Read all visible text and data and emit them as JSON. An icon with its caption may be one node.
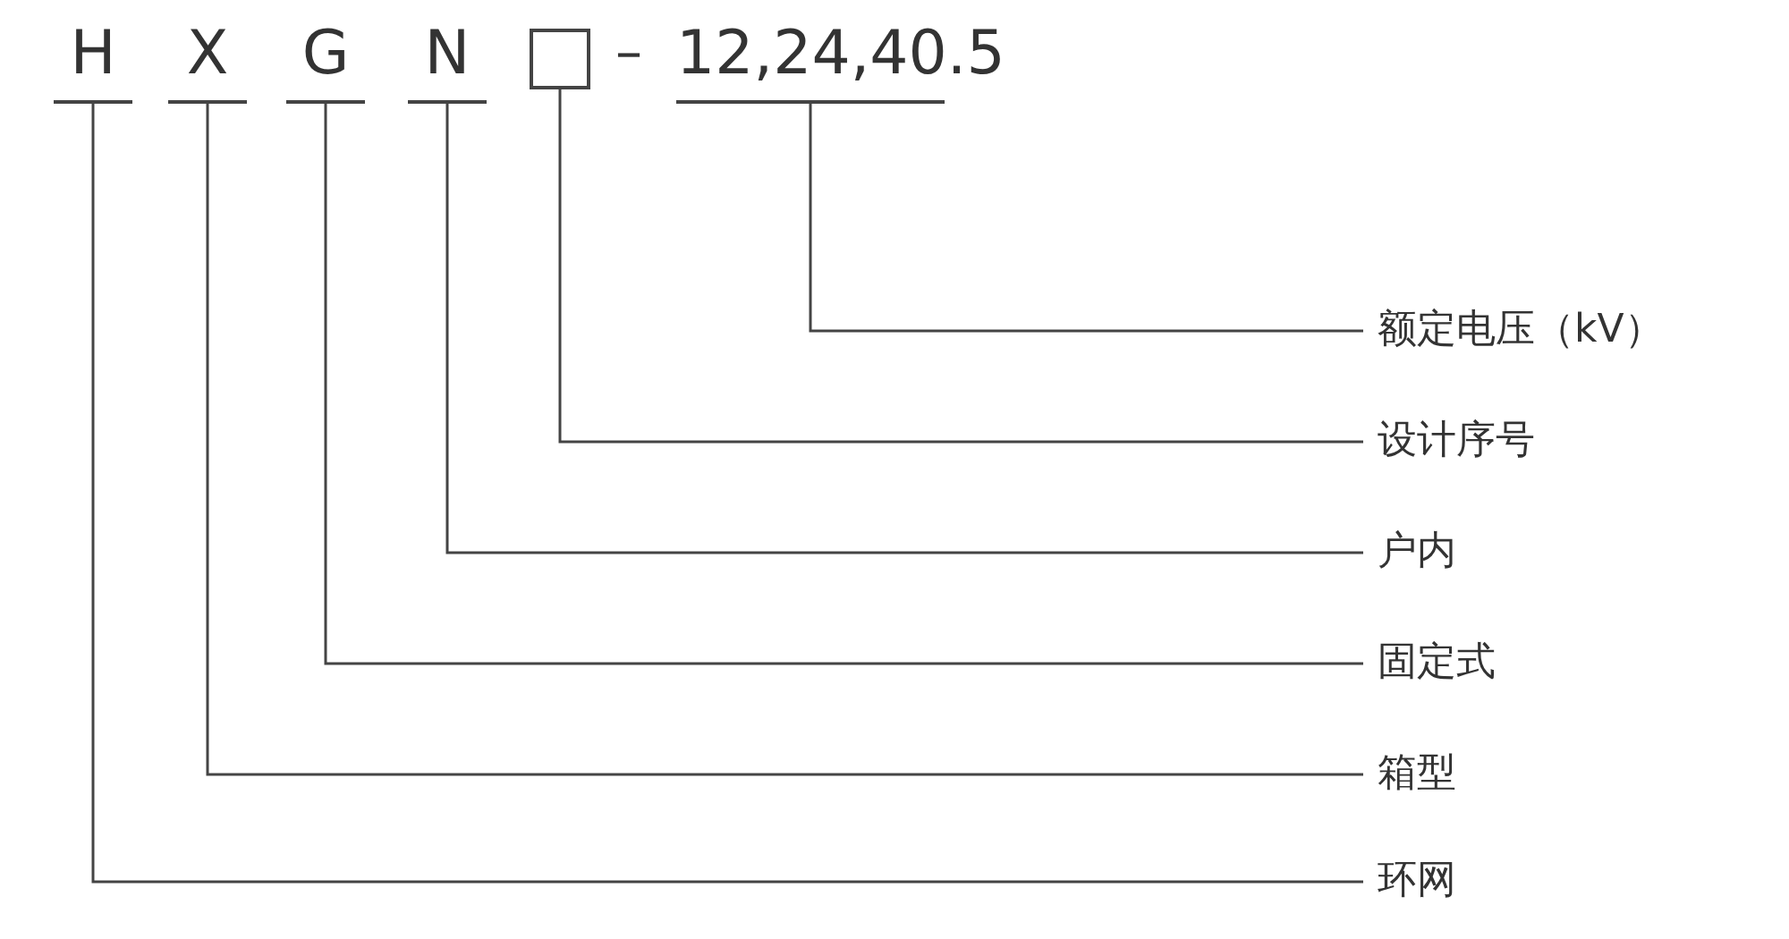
{
  "diagram": {
    "nodes": [
      {
        "text": [
          "H"
        ]
      },
      {
        "text": [
          "X"
        ]
      },
      {
        "text": [
          "G"
        ]
      },
      {
        "text": [
          "N"
        ]
      },
      {
        "text": [],
        "shape": "box"
      },
      {
        "text": [
          "12,24,40.5"
        ]
      },
      {
        "text": [
          "额定电压（kV）"
        ]
      },
      {
        "text": [
          "设计序号"
        ]
      },
      {
        "text": [
          "户内"
        ]
      },
      {
        "text": [
          "固定式"
        ]
      },
      {
        "text": [
          "箱型"
        ]
      },
      {
        "text": [
          "环网"
        ]
      }
    ],
    "edges": [
      {
        "from": 5,
        "to": 6,
        "arrow": "none"
      },
      {
        "from": 4,
        "to": 7,
        "arrow": "none"
      },
      {
        "from": 3,
        "to": 8,
        "arrow": "none"
      },
      {
        "from": 2,
        "to": 9,
        "arrow": "none"
      },
      {
        "from": 1,
        "to": 10,
        "arrow": "none"
      },
      {
        "from": 0,
        "to": 11,
        "arrow": "none"
      }
    ],
    "labels": [
      "–"
    ]
  }
}
